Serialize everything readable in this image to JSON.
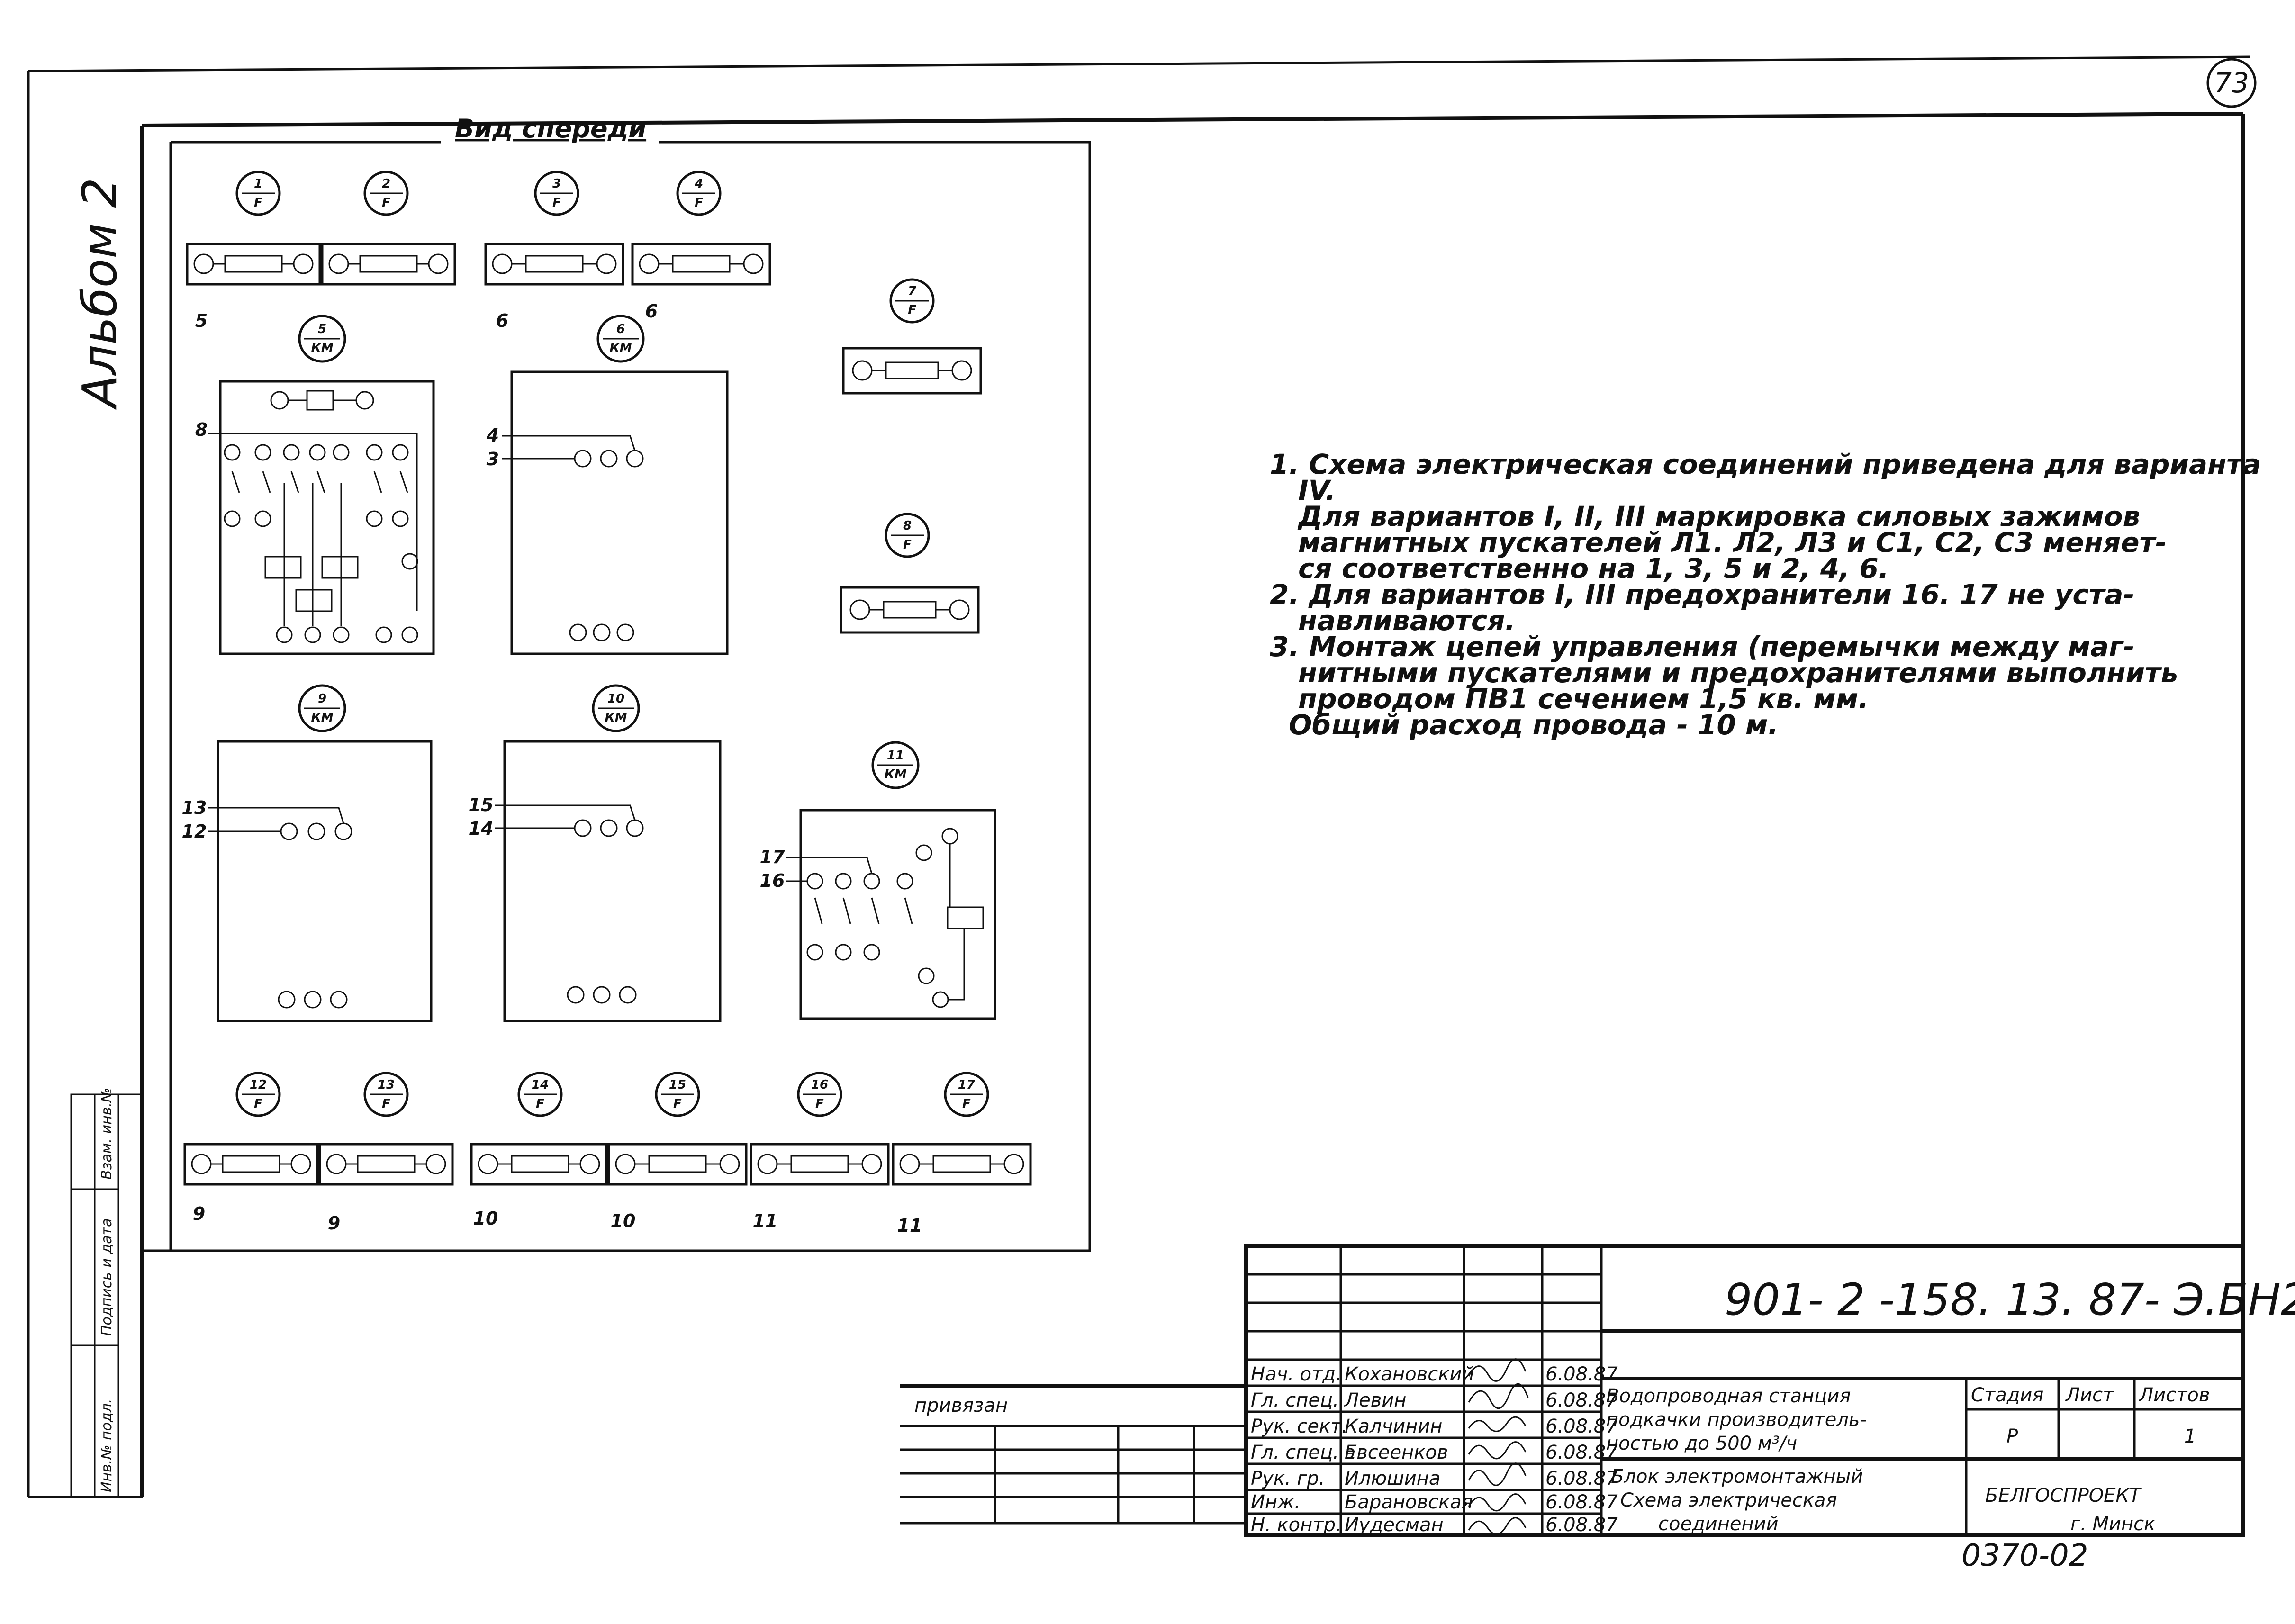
{
  "sheet": {
    "page_number": "73",
    "album_label": "Альбом 2",
    "view_title": "Вид спереди",
    "side_stamp": [
      "Инв.№ подл.",
      "Подпись и дата",
      "Взам. инв.№"
    ]
  },
  "devices": [
    {
      "id": "f1",
      "top": "1",
      "bottom": "F"
    },
    {
      "id": "f2",
      "top": "2",
      "bottom": "F"
    },
    {
      "id": "f3",
      "top": "3",
      "bottom": "F"
    },
    {
      "id": "f4",
      "top": "4",
      "bottom": "F"
    },
    {
      "id": "f7",
      "top": "7",
      "bottom": "F"
    },
    {
      "id": "f8",
      "top": "8",
      "bottom": "F"
    },
    {
      "id": "km5",
      "top": "5",
      "bottom": "КМ"
    },
    {
      "id": "km6",
      "top": "6",
      "bottom": "КМ"
    },
    {
      "id": "km9",
      "top": "9",
      "bottom": "КМ"
    },
    {
      "id": "km10",
      "top": "10",
      "bottom": "КМ"
    },
    {
      "id": "km11",
      "top": "11",
      "bottom": "КМ"
    },
    {
      "id": "f12",
      "top": "12",
      "bottom": "F"
    },
    {
      "id": "f13",
      "top": "13",
      "bottom": "F"
    },
    {
      "id": "f14",
      "top": "14",
      "bottom": "F"
    },
    {
      "id": "f15",
      "top": "15",
      "bottom": "F"
    },
    {
      "id": "f16",
      "top": "16",
      "bottom": "F"
    },
    {
      "id": "f17",
      "top": "17",
      "bottom": "F"
    }
  ],
  "wire_labels": {
    "w5": "5",
    "w6": "6",
    "w6b": "6",
    "w8": "8",
    "w4": "4",
    "w3": "3",
    "w13": "13",
    "w12": "12",
    "w15": "15",
    "w14": "14",
    "w17": "17",
    "w16": "16",
    "w9a": "9",
    "w9b": "9",
    "w10a": "10",
    "w10b": "10",
    "w11a": "11",
    "w11b": "11"
  },
  "notes": [
    "1. Схема электрическая соединений приведена для варианта",
    "IV.",
    "Для вариантов I, II, III маркировка силовых зажимов",
    "магнитных пускателей Л1. Л2, Л3 и С1, С2, С3 меняет-",
    "ся соответственно на 1, 3, 5 и 2, 4, 6.",
    "2. Для вариантов I, III предохранители 16. 17 не уста-",
    "навливаются.",
    "3. Монтаж цепей управления (перемычки между маг-",
    "нитными пускателями и предохранителями выполнить",
    "проводом ПВ1 сечением 1,5 кв. мм.",
    "Общий расход провода - 10 м."
  ],
  "title_block": {
    "designation": "901- 2 -158. 13. 87- Э.БН2",
    "attached_label": "привязан",
    "signatures": [
      {
        "role": "Нач. отд.",
        "name": "Кохановский",
        "date": "6.08.87"
      },
      {
        "role": "Гл. спец.",
        "name": "Левин",
        "date": "6.08.87"
      },
      {
        "role": "Рук. сект.",
        "name": "Калчинин",
        "date": "6.08.87"
      },
      {
        "role": "Гл. спец. э",
        "name": "Евсеенков",
        "date": "6.08.87"
      },
      {
        "role": "Рук. гр.",
        "name": "Илюшина",
        "date": "6.08.87"
      },
      {
        "role": "Инж.",
        "name": "Барановская",
        "date": "6.08.87"
      },
      {
        "role": "Н. контр.",
        "name": "Иудесман",
        "date": "6.08.87"
      }
    ],
    "project_title": [
      "Водопроводная станция",
      "подкачки производитель-",
      "ностью до 500 м³/ч"
    ],
    "sheet_title": [
      "Блок электромонтажный",
      "Схема электрическая",
      "соединений"
    ],
    "stage_header": "Стадия",
    "sheet_header": "Лист",
    "sheets_header": "Листов",
    "stage": "Р",
    "sheets_total": "1",
    "organization": "БЕЛГОСПРОЕКТ",
    "city": "г. Минск",
    "archive_number": "0370-02"
  }
}
